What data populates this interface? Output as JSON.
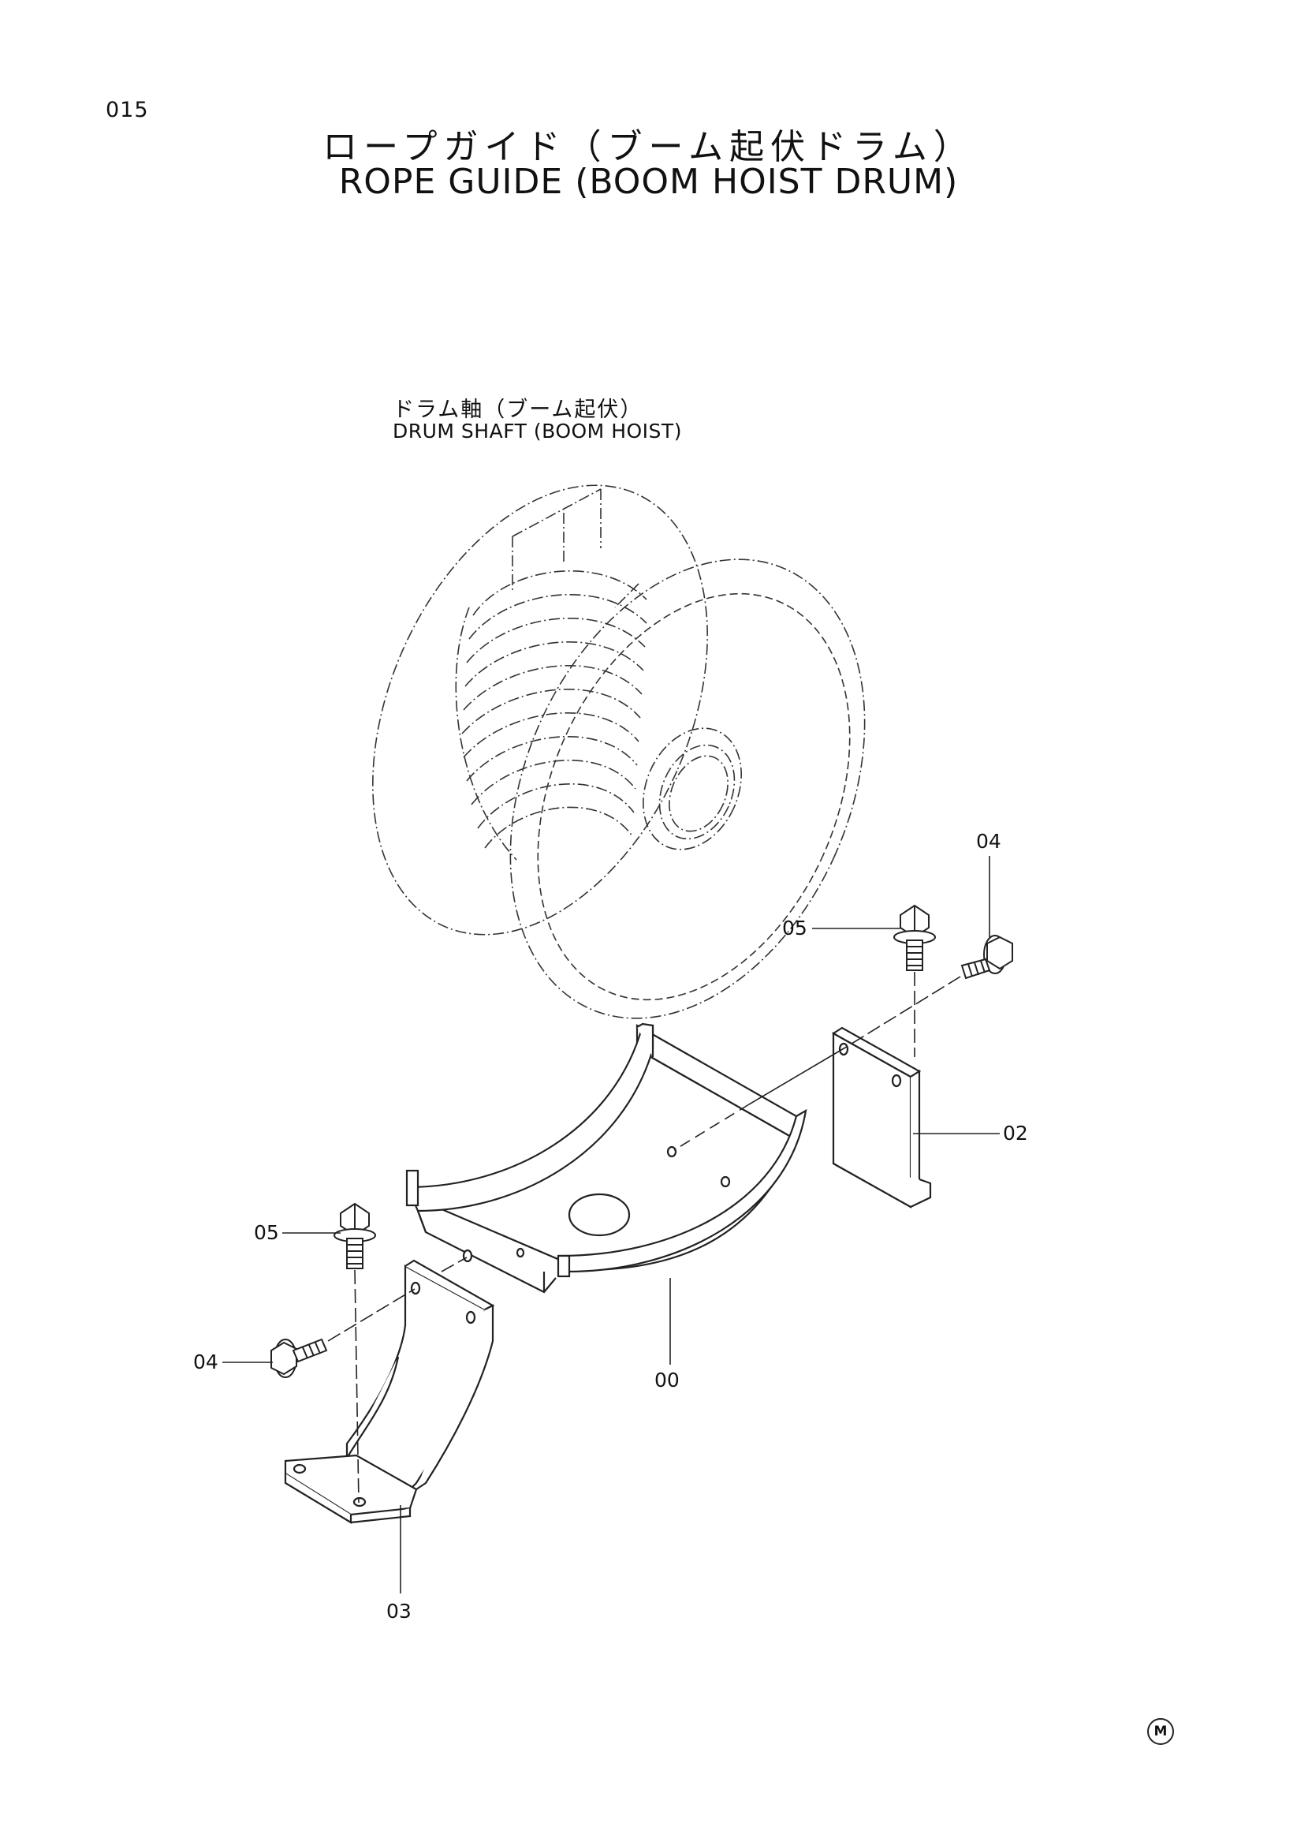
{
  "page": {
    "number": "015"
  },
  "title": {
    "jp": "ロープガイド（ブーム起伏ドラム）",
    "en": "ROPE GUIDE (BOOM HOIST DRUM)"
  },
  "reference_part": {
    "jp": "ドラム軸（ブーム起伏）",
    "en": "DRUM SHAFT (BOOM HOIST)"
  },
  "callouts": {
    "c00": "00",
    "c02": "02",
    "c03": "03",
    "c04_upper": "04",
    "c04_lower": "04",
    "c05_upper": "05",
    "c05_lower": "05"
  },
  "manufacturer_mark": "M"
}
